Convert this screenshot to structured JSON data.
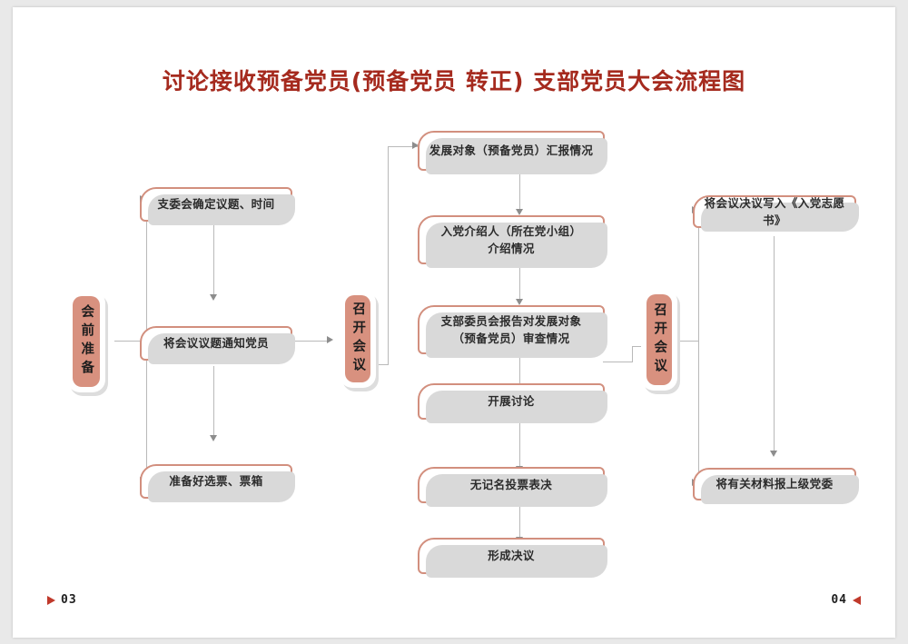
{
  "document": {
    "title": "讨论接收预备党员(预备党员 转正) 支部党员大会流程图",
    "page_left": "03",
    "page_right": "04"
  },
  "colors": {
    "title": "#a52a1e",
    "node_border": "#d28f7e",
    "pillar_fill": "#d8917f",
    "connector": "#b9b9b9",
    "page_marker": "#c0392b",
    "page_background": "#ffffff",
    "canvas_background": "#e9e9e9"
  },
  "flow": {
    "stages": [
      {
        "id": "stage-pre-meeting",
        "label": "会前准备"
      },
      {
        "id": "stage-hold-meeting-1",
        "label": "召开会议"
      },
      {
        "id": "stage-hold-meeting-2",
        "label": "召开会议"
      }
    ],
    "left_column": [
      {
        "id": "node-topic-time",
        "text": "支委会确定议题、时间"
      },
      {
        "id": "node-notify-members",
        "text": "将会议议题通知党员"
      },
      {
        "id": "node-prepare-ballots",
        "text": "准备好选票、票箱"
      }
    ],
    "center_column": [
      {
        "id": "node-candidate-report",
        "line1": "发展对象（预备党员）汇报情况"
      },
      {
        "id": "node-introducer-report",
        "line1": "入党介绍人（所在党小组）",
        "line2": "介绍情况"
      },
      {
        "id": "node-committee-review",
        "line1": "支部委员会报告对发展对象",
        "line2": "（预备党员）审查情况"
      },
      {
        "id": "node-discussion",
        "line1": "开展讨论"
      },
      {
        "id": "node-secret-ballot",
        "line1": "无记名投票表决"
      },
      {
        "id": "node-resolution",
        "line1": "形成决议"
      }
    ],
    "right_column": [
      {
        "id": "node-write-application",
        "text": "将会议决议写入《入党志愿书》"
      },
      {
        "id": "node-submit-materials",
        "text": "将有关材料报上级党委"
      }
    ]
  },
  "icons": {
    "page_left_marker": "triangle-right-icon",
    "page_right_marker": "triangle-left-icon",
    "arrow_right": "arrow-right-icon",
    "arrow_down": "arrow-down-icon"
  }
}
